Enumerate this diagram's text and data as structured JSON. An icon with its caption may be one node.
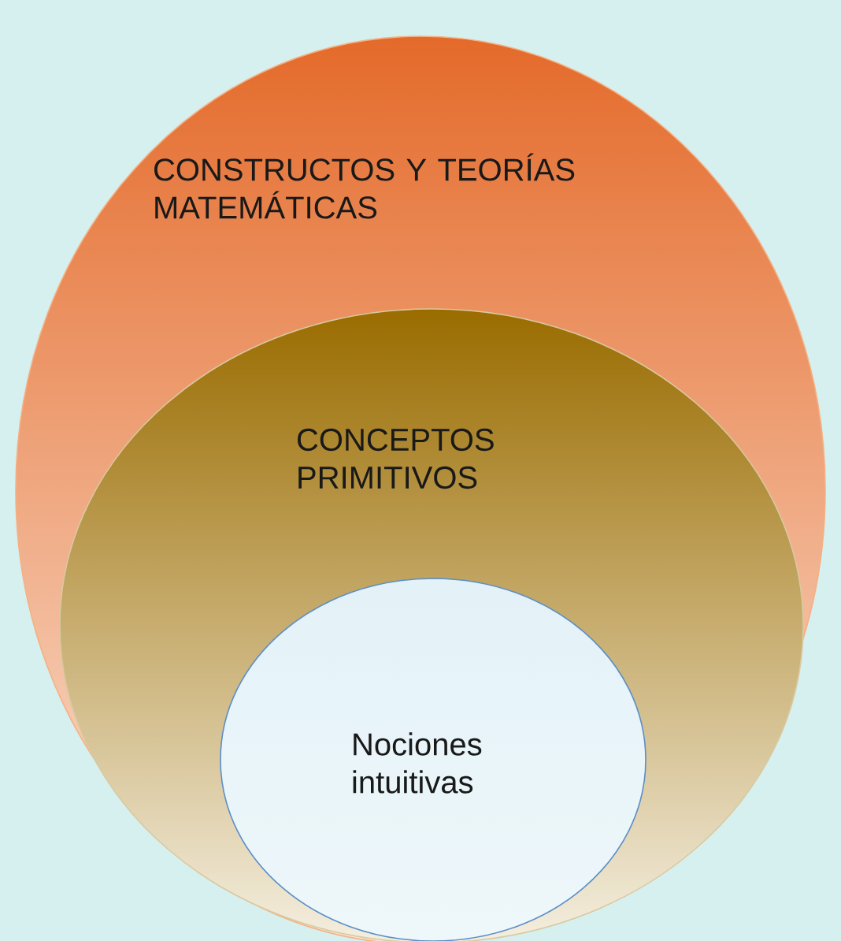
{
  "diagram": {
    "nodes": [
      {
        "text": [
          "CONSTRUCTOS Y TEORÍAS MATEMÁTICAS"
        ]
      },
      {
        "text": [
          "CONCEPTOS PRIMITIVOS"
        ],
        "in": 0
      },
      {
        "text": [
          "Nociones intuitivas"
        ],
        "in": 1
      }
    ]
  }
}
